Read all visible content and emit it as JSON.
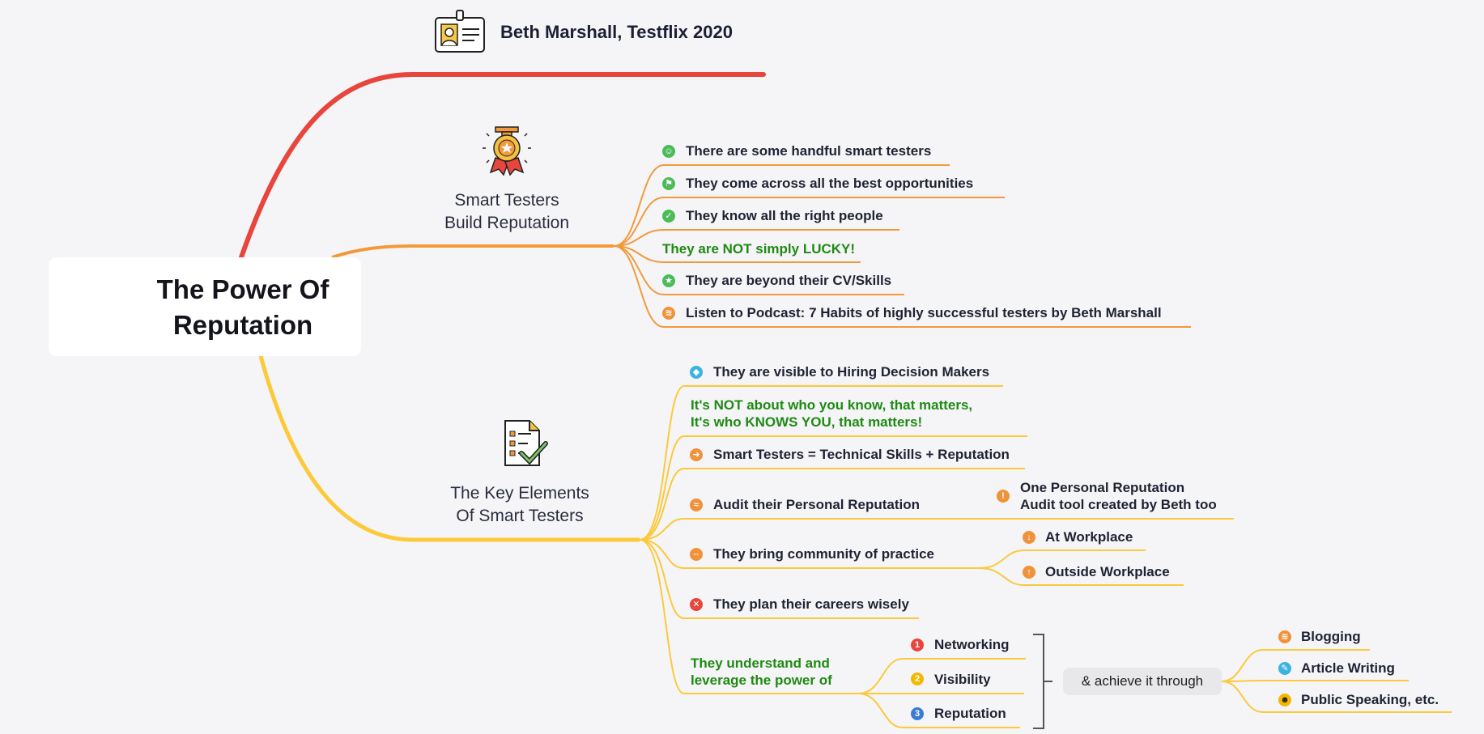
{
  "central": {
    "line1": "The Power Of",
    "line2": "Reputation",
    "icon": "statue-of-liberty-icon"
  },
  "top_branch": {
    "label": "Beth Marshall, Testflix 2020",
    "icon": "id-card-icon"
  },
  "branch1": {
    "title_line1": "Smart Testers",
    "title_line2": "Build Reputation",
    "icon": "medal-icon",
    "items": [
      {
        "label": "There are some handful smart testers",
        "icon": "person-icon",
        "color": "#4cbb5a"
      },
      {
        "label": "They come across all the best opportunities",
        "icon": "flag-icon",
        "color": "#4cbb5a"
      },
      {
        "label": "They know all the right people",
        "icon": "check-icon",
        "color": "#4cbb5a"
      },
      {
        "label": "They are NOT simply LUCKY!",
        "icon": "",
        "color": "#1f8a12"
      },
      {
        "label": "They are beyond their CV/Skills",
        "icon": "star-icon",
        "color": "#4cbb5a"
      },
      {
        "label": "Listen to Podcast: 7 Habits of highly successful testers by Beth Marshall",
        "icon": "rss-icon",
        "color": "#f0923a"
      }
    ]
  },
  "branch2": {
    "title_line1": "The Key Elements",
    "title_line2": "Of Smart Testers",
    "icon": "checklist-icon",
    "items": {
      "visible": "They are visible to Hiring Decision Makers",
      "not_about_1": "It's NOT about who you know, that matters,",
      "not_about_2": "It's who KNOWS YOU, that matters!",
      "equation": "Smart Testers = Technical Skills + Reputation",
      "audit": "Audit their Personal Reputation",
      "audit_tool_1": "One Personal Reputation",
      "audit_tool_2": "Audit tool created by Beth too",
      "community": "They bring community of practice",
      "at_workplace": "At Workplace",
      "outside_workplace": "Outside Workplace",
      "careers": "They plan their careers wisely",
      "leverage_1": "They understand and",
      "leverage_2": "leverage the power of",
      "networking": "Networking",
      "visibility": "Visibility",
      "reputation": "Reputation",
      "achieve": "& achieve it through",
      "blogging": "Blogging",
      "article": "Article Writing",
      "speaking": "Public Speaking, etc."
    },
    "badge_numbers": {
      "one": "1",
      "two": "2",
      "three": "3"
    }
  },
  "colors": {
    "red": "#e8453c",
    "orange": "#f29a3b",
    "yellow": "#fcc93a",
    "green_text": "#1f8a12"
  }
}
